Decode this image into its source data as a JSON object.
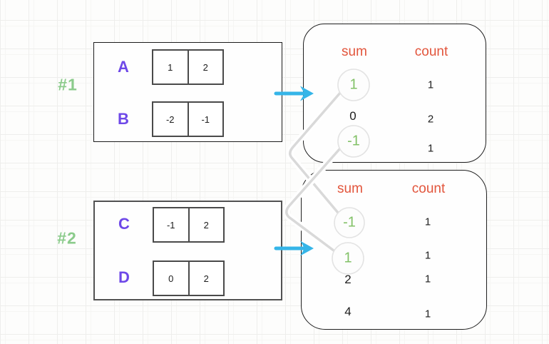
{
  "diagram": {
    "groups": [
      {
        "id": "#1",
        "arrays": [
          {
            "label": "A",
            "cells": [
              "1",
              "2"
            ]
          },
          {
            "label": "B",
            "cells": [
              "-2",
              "-1"
            ]
          }
        ],
        "result": {
          "sum_header": "sum",
          "count_header": "count",
          "rows": [
            {
              "sum": "1",
              "count": "1",
              "highlighted": true
            },
            {
              "sum": "0",
              "count": "2",
              "highlighted": false
            },
            {
              "sum": "-1",
              "count": "1",
              "highlighted": true
            }
          ]
        }
      },
      {
        "id": "#2",
        "arrays": [
          {
            "label": "C",
            "cells": [
              "-1",
              "2"
            ]
          },
          {
            "label": "D",
            "cells": [
              "0",
              "2"
            ]
          }
        ],
        "result": {
          "sum_header": "sum",
          "count_header": "count",
          "rows": [
            {
              "sum": "-1",
              "count": "1",
              "highlighted": true
            },
            {
              "sum": "1",
              "count": "1",
              "highlighted": true
            },
            {
              "sum": "2",
              "count": "1",
              "highlighted": false
            },
            {
              "sum": "4",
              "count": "1",
              "highlighted": false
            }
          ]
        }
      }
    ],
    "connections": [
      {
        "from": "group #1 sum 1",
        "to": "group #2 sum -1"
      },
      {
        "from": "group #1 sum -1",
        "to": "group #2 sum 1"
      }
    ],
    "colors": {
      "group_label_green": "#8bcb8b",
      "row_label_purple": "#6e48e8",
      "header_orange": "#e2553c",
      "highlight_green": "#82c167",
      "arrow_cyan": "#35b5e8",
      "connector_gray": "#d9d9d9",
      "text_black": "#1d1d1d"
    }
  }
}
